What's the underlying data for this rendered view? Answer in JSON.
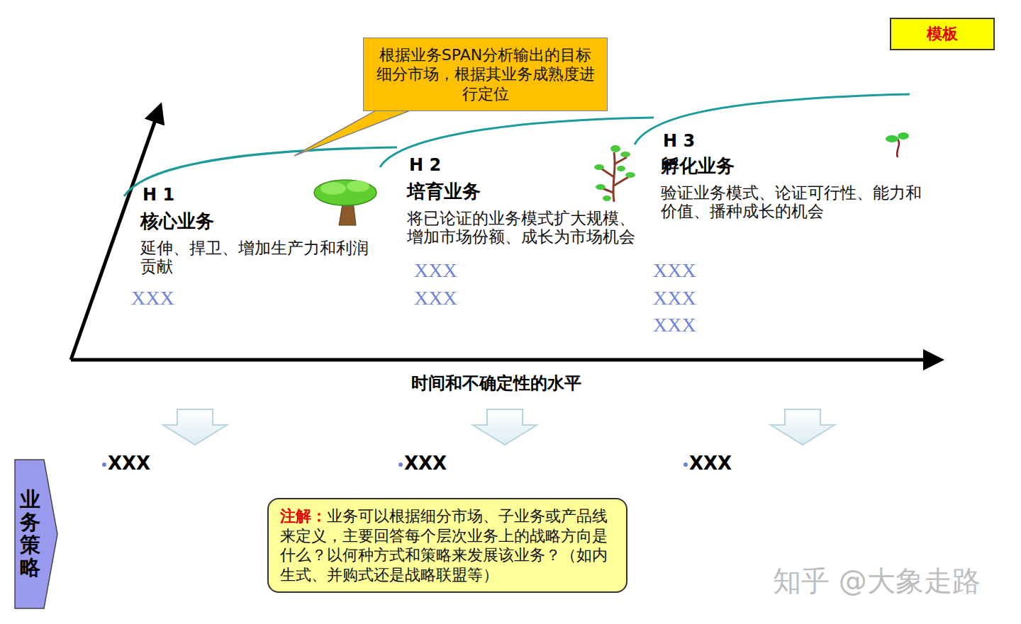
{
  "diagram": {
    "nodes": [
      {
        "text": [
          "模板"
        ]
      },
      {
        "text": [
          "根据业务SPAN分析输出的目标细分市场，根据其业务成熟度进行定位"
        ]
      },
      {
        "text": [
          "业务策略"
        ]
      },
      {
        "text": [
          "注解：",
          "业务可以根据细分市场、子业务或产品线来定义，主要回答每个层次业务上的战略方向是什么？以何种方式和策略来发展该业务？（如内生式、并购式还是战略联盟等）"
        ]
      }
    ],
    "labels": [
      "H 1",
      "核心业务",
      "延伸、捍卫、增加生产力和利润贡献",
      "XXX",
      "H 2",
      "培育业务",
      "将已论证的业务模式扩大规模、增加市场份额、成长为市场机会",
      "XXX",
      "XXX",
      "H 3",
      "孵化业务",
      "验证业务模式、论证可行性、能力和价值、播种成长的机会",
      "XXX",
      "XXX",
      "XXX",
      "时间和不确定性的水平",
      "XXX",
      "XXX",
      "XXX",
      "知乎 @大象走路"
    ]
  }
}
